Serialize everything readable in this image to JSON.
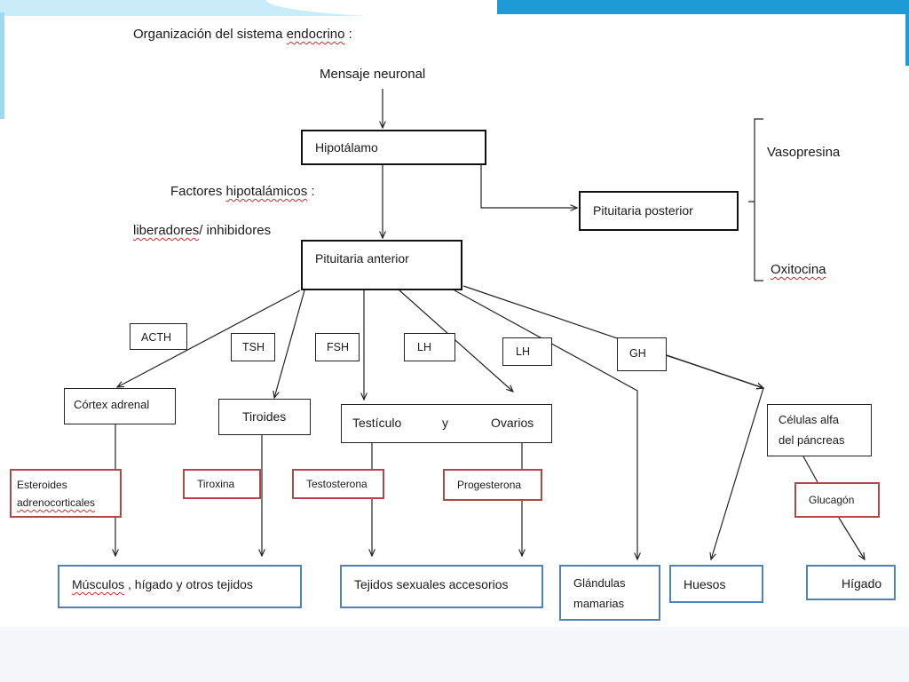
{
  "title": {
    "text": "Organización del sistema ",
    "squiggle": "endocrino",
    "colon": " :"
  },
  "mensaje": "Mensaje neuronal",
  "hipotalamo": "Hipotálamo",
  "factores": {
    "prefix": "Factores ",
    "squiggle": "hipotalámicos",
    "suffix": " :"
  },
  "liberadores": {
    "squiggle": "liberadores",
    "suffix": "/ inhibidores"
  },
  "pituitaria_anterior": "Pituitaria anterior",
  "pituitaria_posterior": "Pituitaria posterior",
  "vasopresina": "Vasopresina",
  "oxitocina": "Oxitocina",
  "hormones": {
    "acth": "ACTH",
    "tsh": "TSH",
    "fsh": "FSH",
    "lh1": "LH",
    "lh2": "LH",
    "gh": "GH"
  },
  "glands": {
    "cortex": "Córtex adrenal",
    "tiroides": "Tiroides",
    "testiculo": "Testículo",
    "y": "y",
    "ovarios": "Ovarios",
    "celulas_line1": "Células alfa",
    "celulas_line2": "del páncreas"
  },
  "secretions": {
    "esteroides_line1": "Esteroides",
    "esteroides_line2": "adrenocorticales",
    "tiroxina": "Tiroxina",
    "testosterona": "Testosterona",
    "progesterona": "Progesterona",
    "glucagon": "Glucagón"
  },
  "targets": {
    "musculos_sq": "Músculos",
    "musculos_rest": " , hígado y otros tejidos",
    "tejidos": "Tejidos sexuales accesorios",
    "glandulas_line1": "Glándulas",
    "glandulas_line2": "mamarias",
    "huesos": "Huesos",
    "higado": "Hígado"
  },
  "colors": {
    "accent_blue": "#1e9ad6",
    "target_border": "#4f81bd",
    "secretion_border": "#b04848",
    "squiggle": "#c03030"
  }
}
